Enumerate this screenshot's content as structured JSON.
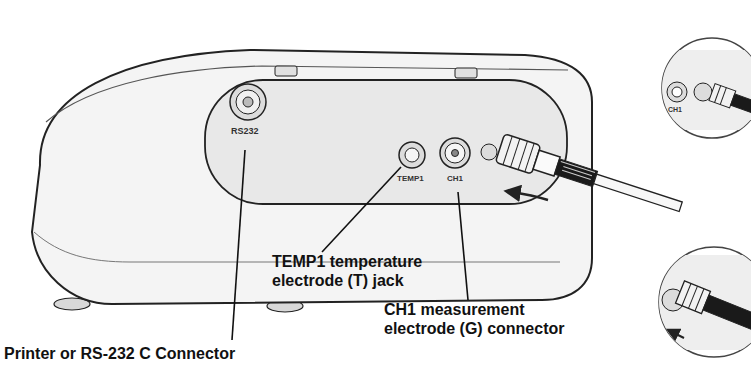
{
  "diagram": {
    "labels": [
      "Printer or RS-232 C Connector",
      "TEMP1 temperature electrode (T) jack",
      "CH1 measurement electrode (G) connector",
      "RS232",
      "TEMP1",
      "CH1",
      "CH1"
    ]
  }
}
